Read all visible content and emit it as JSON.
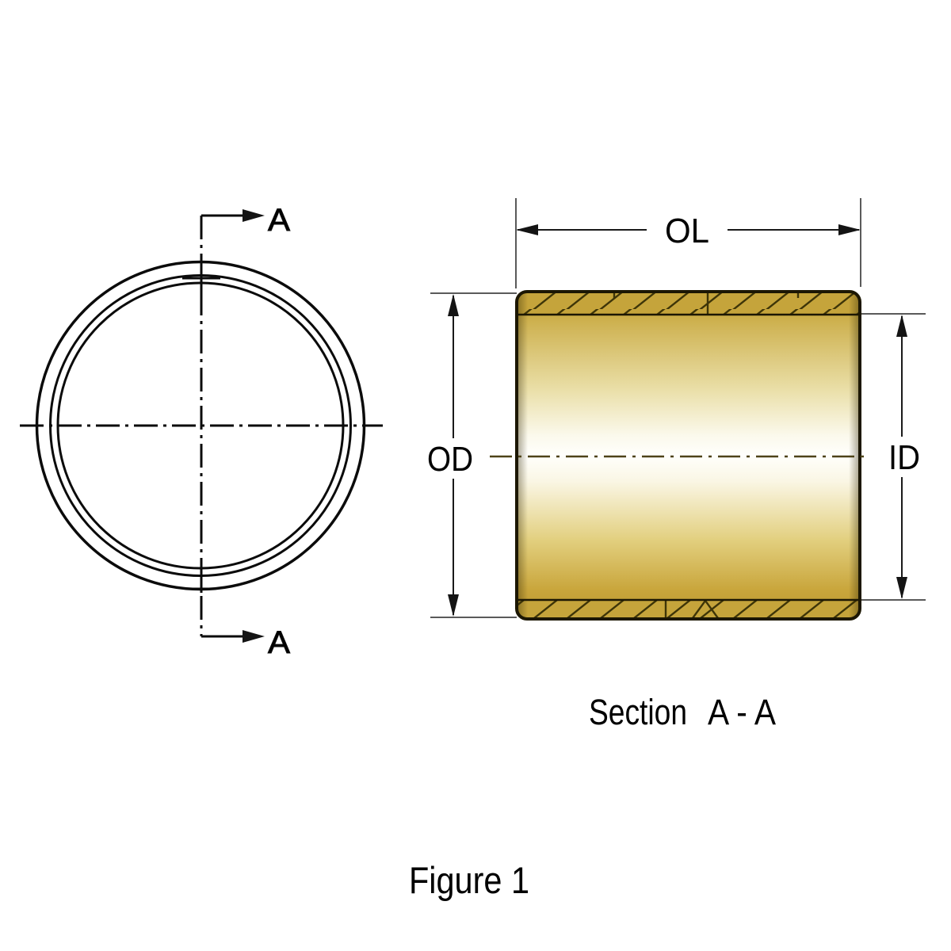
{
  "figure": {
    "caption": "Figure 1"
  },
  "front_view": {
    "section_arrow_top_label": "A",
    "section_arrow_bottom_label": "A"
  },
  "section_view": {
    "title_word": "Section",
    "title_cut": "A - A",
    "dim_length_label": "OL",
    "dim_outer_diameter_label": "OD",
    "dim_inner_diameter_label": "ID"
  },
  "colors": {
    "brass_band": "#c5a43b",
    "outline": "#1c1703",
    "hatch_line": "#3e3508",
    "body_gradient": [
      "#bf9f37",
      "#c8a83e",
      "#eadfa8",
      "#fbf9ec",
      "#fffffc",
      "#faf6e4",
      "#e2cf7e",
      "#c9a63c",
      "#ba9730"
    ],
    "line_black": "#0b0b0b",
    "dimension_line": "#1a1a1a",
    "extension_line": "#5a5a5a",
    "section_centerline": "#4e4318",
    "text": "#000000"
  }
}
